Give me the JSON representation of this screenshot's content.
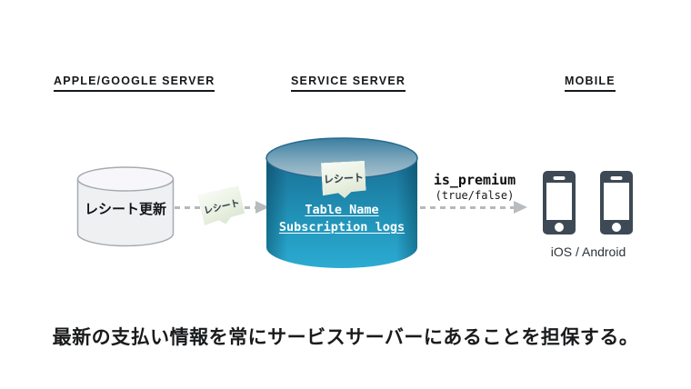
{
  "headers": {
    "left": "APPLE/GOOGLE SERVER",
    "center": "SERVICE SERVER",
    "right": "MOBILE"
  },
  "apple_google_server": {
    "db_label": "レシート更新"
  },
  "receipt_flow": {
    "note_label": "レシート"
  },
  "service_server": {
    "note_label": "レシート",
    "table_line1": "Table Name",
    "table_line2": "Subscription logs"
  },
  "premium_flow": {
    "label": "is_premium",
    "sublabel": "(true/false)"
  },
  "mobile": {
    "caption": "iOS / Android"
  },
  "footer": {
    "text": "最新の支払い情報を常にサービスサーバーにあることを担保する。"
  },
  "colors": {
    "cylinder_blue_rim": "#266a90",
    "cylinder_blue_top_light": "#a9c2cd",
    "cylinder_blue_body_dark": "#1a7096",
    "cylinder_blue_body_light": "#2cabd2",
    "cylinder_gray_fill": "#f0f1f3",
    "cylinder_gray_stroke": "#a6abb1",
    "note_background": "#e9f0e1",
    "arrow_gray": "#b5b9bc",
    "phone_dark": "#3d4954",
    "text_dark": "#15181b"
  }
}
